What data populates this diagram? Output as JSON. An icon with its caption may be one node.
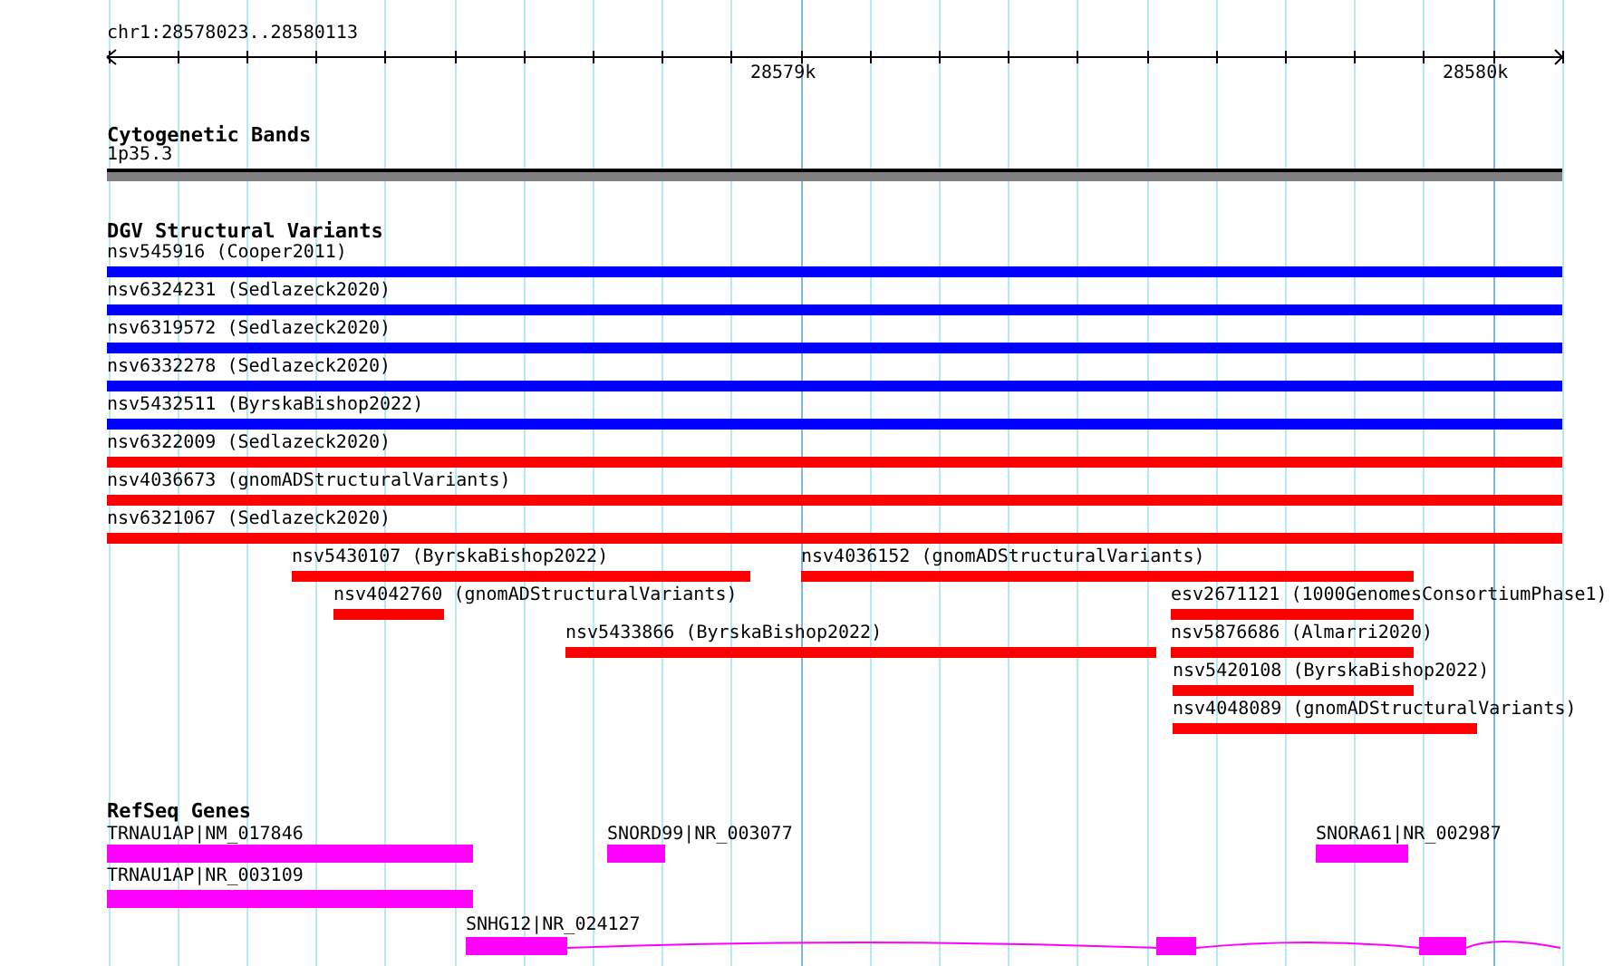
{
  "diagram": {
    "nodes": [
      {
        "text": [
          "Cytogenetic Bands"
        ]
      },
      {
        "text": [
          "1p35.3"
        ],
        "in": 0
      },
      {
        "text": [
          "DGV Structural Variants"
        ]
      },
      {
        "text": [
          "nsv545916 (Cooper2011)"
        ],
        "in": 2
      },
      {
        "text": [
          "nsv6324231 (Sedlazeck2020)"
        ],
        "in": 2
      },
      {
        "text": [
          "nsv6319572 (Sedlazeck2020)"
        ],
        "in": 2
      },
      {
        "text": [
          "nsv6332278 (Sedlazeck2020)"
        ],
        "in": 2
      },
      {
        "text": [
          "nsv5432511 (ByrskaBishop2022)"
        ],
        "in": 2
      },
      {
        "text": [
          "nsv6322009 (Sedlazeck2020)"
        ],
        "in": 2
      },
      {
        "text": [
          "nsv4036673 (gnomADStructuralVariants)"
        ],
        "in": 2
      },
      {
        "text": [
          "nsv6321067 (Sedlazeck2020)"
        ],
        "in": 2
      },
      {
        "text": [
          "nsv5430107 (ByrskaBishop2022)"
        ],
        "in": 2
      },
      {
        "text": [
          "nsv4036152 (gnomADStructuralVariants)"
        ],
        "in": 2
      },
      {
        "text": [
          "nsv4042760 (gnomADStructuralVariants)"
        ],
        "in": 2
      },
      {
        "text": [
          "esv2671121 (1000GenomesConsortiumPhase1)"
        ],
        "in": 2
      },
      {
        "text": [
          "nsv5433866 (ByrskaBishop2022)"
        ],
        "in": 2
      },
      {
        "text": [
          "nsv5876686 (Almarri2020)"
        ],
        "in": 2
      },
      {
        "text": [
          "nsv5420108 (ByrskaBishop2022)"
        ],
        "in": 2
      },
      {
        "text": [
          "nsv4048089 (gnomADStructuralVariants)"
        ],
        "in": 2
      },
      {
        "text": [
          "RefSeq Genes"
        ]
      },
      {
        "text": [
          "TRNAU1AP|NM_017846"
        ],
        "in": 19
      },
      {
        "text": [
          "SNORD99|NR_003077"
        ],
        "in": 19
      },
      {
        "text": [
          "SNORA61|NR_002987"
        ],
        "in": 19
      },
      {
        "text": [
          "TRNAU1AP|NR_003109"
        ],
        "in": 19
      },
      {
        "text": [
          "SNHG12|NR_024127"
        ],
        "in": 19
      }
    ],
    "labels": [
      "chr1:28578023..28580113",
      "28579k",
      "28580k"
    ]
  }
}
